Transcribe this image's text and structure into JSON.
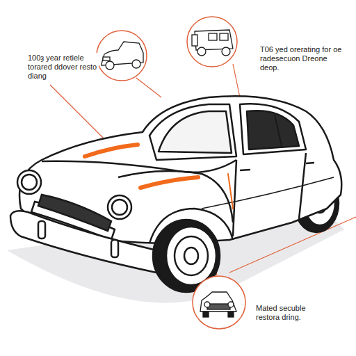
{
  "diagram": {
    "labels": [
      "100ȝ year retiele torared ddover resto diang",
      "T06 yed orerating for oe radesecuon Dreone deop.",
      "Mated secuble restora dring."
    ]
  }
}
